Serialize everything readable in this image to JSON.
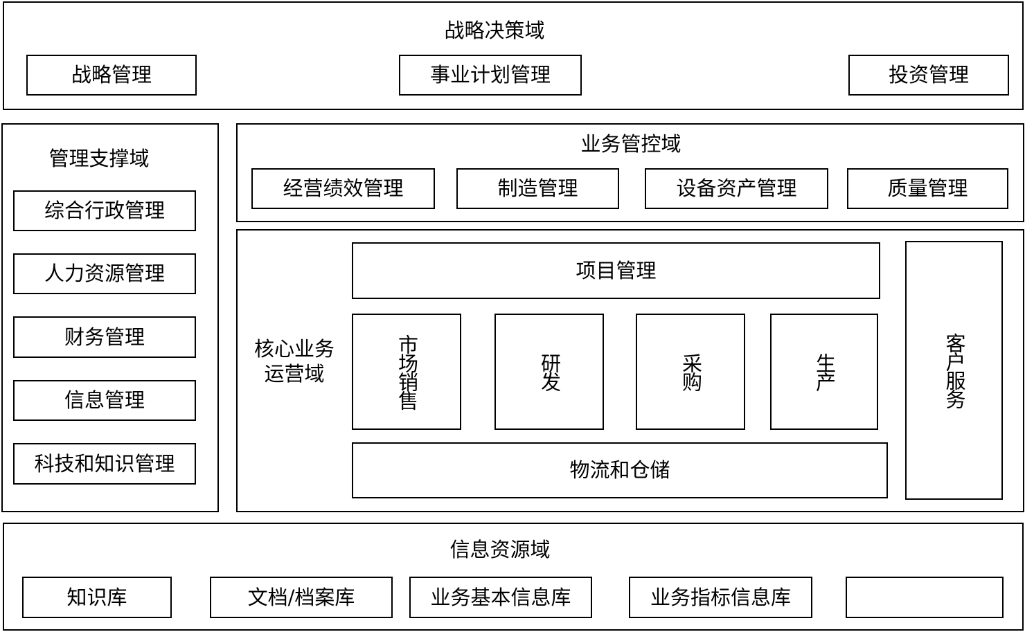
{
  "strategy": {
    "title": "战略决策域",
    "items": [
      "战略管理",
      "事业计划管理",
      "投资管理"
    ]
  },
  "support": {
    "title": "管理支撑域",
    "items": [
      "综合行政管理",
      "人力资源管理",
      "财务管理",
      "信息管理",
      "科技和知识管理"
    ]
  },
  "control": {
    "title": "业务管控域",
    "items": [
      "经营绩效管理",
      "制造管理",
      "设备资产管理",
      "质量管理"
    ]
  },
  "core": {
    "title_line1": "核心业务",
    "title_line2": "运营域",
    "project": "项目管理",
    "functions": [
      "市场销售",
      "研发",
      "采购",
      "生产"
    ],
    "logistics": "物流和仓储",
    "customer": "客户服务"
  },
  "info": {
    "title": "信息资源域",
    "items": [
      "知识库",
      "文档/档案库",
      "业务基本信息库",
      "业务指标信息库",
      ""
    ]
  }
}
